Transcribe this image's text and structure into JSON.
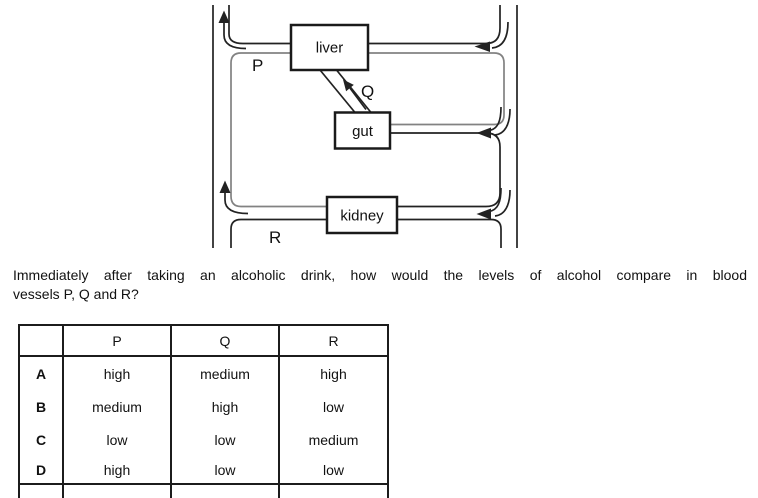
{
  "diagram": {
    "organs": {
      "liver": "liver",
      "gut": "gut",
      "kidney": "kidney"
    },
    "labels": {
      "p": "P",
      "q": "Q",
      "r": "R"
    },
    "colors": {
      "line": "#222222",
      "line_gray": "#828282",
      "box_border": "#1a1a1a",
      "background": "#ffffff"
    }
  },
  "question": {
    "line1": "Immediately after taking an alcoholic drink, how would the levels of alcohol compare in blood",
    "line2": "vessels P, Q and R?"
  },
  "table": {
    "headers": {
      "p": "P",
      "q": "Q",
      "r": "R"
    },
    "rows": [
      {
        "option": "A",
        "p": "high",
        "q": "medium",
        "r": "high"
      },
      {
        "option": "B",
        "p": "medium",
        "q": "high",
        "r": "low"
      },
      {
        "option": "C",
        "p": "low",
        "q": "low",
        "r": "medium"
      },
      {
        "option": "D",
        "p": "high",
        "q": "low",
        "r": "low"
      }
    ]
  }
}
